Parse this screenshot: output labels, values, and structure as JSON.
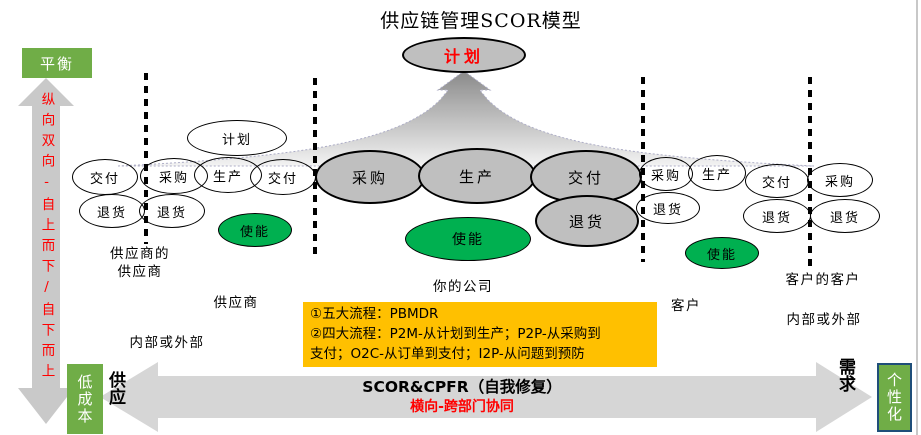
{
  "title": "供应链管理SCOR模型",
  "colors": {
    "green_box": "#70AD47",
    "green_ellipse": "#00B050",
    "gray_ellipse": "#BFBFBF",
    "vertical_arrow_gray": "#C9C9C9",
    "bottom_arrow_gray": "#D6D6D6",
    "note_yellow": "#FFC000",
    "accent_red": "#FF0000",
    "personalization_border_blue": "#1F4E79"
  },
  "plan_top": "计划",
  "axes": {
    "balance": "平衡",
    "vertical_axis": "纵向双向-自上而下/自下而上",
    "low_cost": "低成本",
    "supply": "供应",
    "demand": "需求",
    "personalization": "个性化",
    "scor_cpfr": "SCOR&CPFR（自我修复）",
    "horizontal_axis": "横向-跨部门协同"
  },
  "chains": {
    "left": {
      "plan": "计划",
      "row1": [
        "交付",
        "采购",
        "生产",
        "交付"
      ],
      "row2": [
        "退货",
        "退货"
      ],
      "enable": "使能"
    },
    "center": {
      "row1": [
        "采购",
        "生产",
        "交付"
      ],
      "return": "退货",
      "enable": "使能"
    },
    "right": {
      "row1": [
        "采购",
        "生产",
        "交付",
        "采购"
      ],
      "row2": [
        "退货",
        "退货",
        "退货"
      ],
      "enable": "使能"
    }
  },
  "labels": {
    "suppliers_supplier_line1": "供应商的",
    "suppliers_supplier_line2": "供应商",
    "supplier": "供应商",
    "internal_external_left": "内部或外部",
    "your_company": "你的公司",
    "customer": "客户",
    "customers_customer": "客户的客户",
    "internal_external_right": "内部或外部"
  },
  "note_box": {
    "line1": "①五大流程：PBMDR",
    "line2": "②四大流程：P2M-从计划到生产；P2P-从采购到",
    "line3": "支付；O2C-从订单到支付；I2P-从问题到预防"
  }
}
